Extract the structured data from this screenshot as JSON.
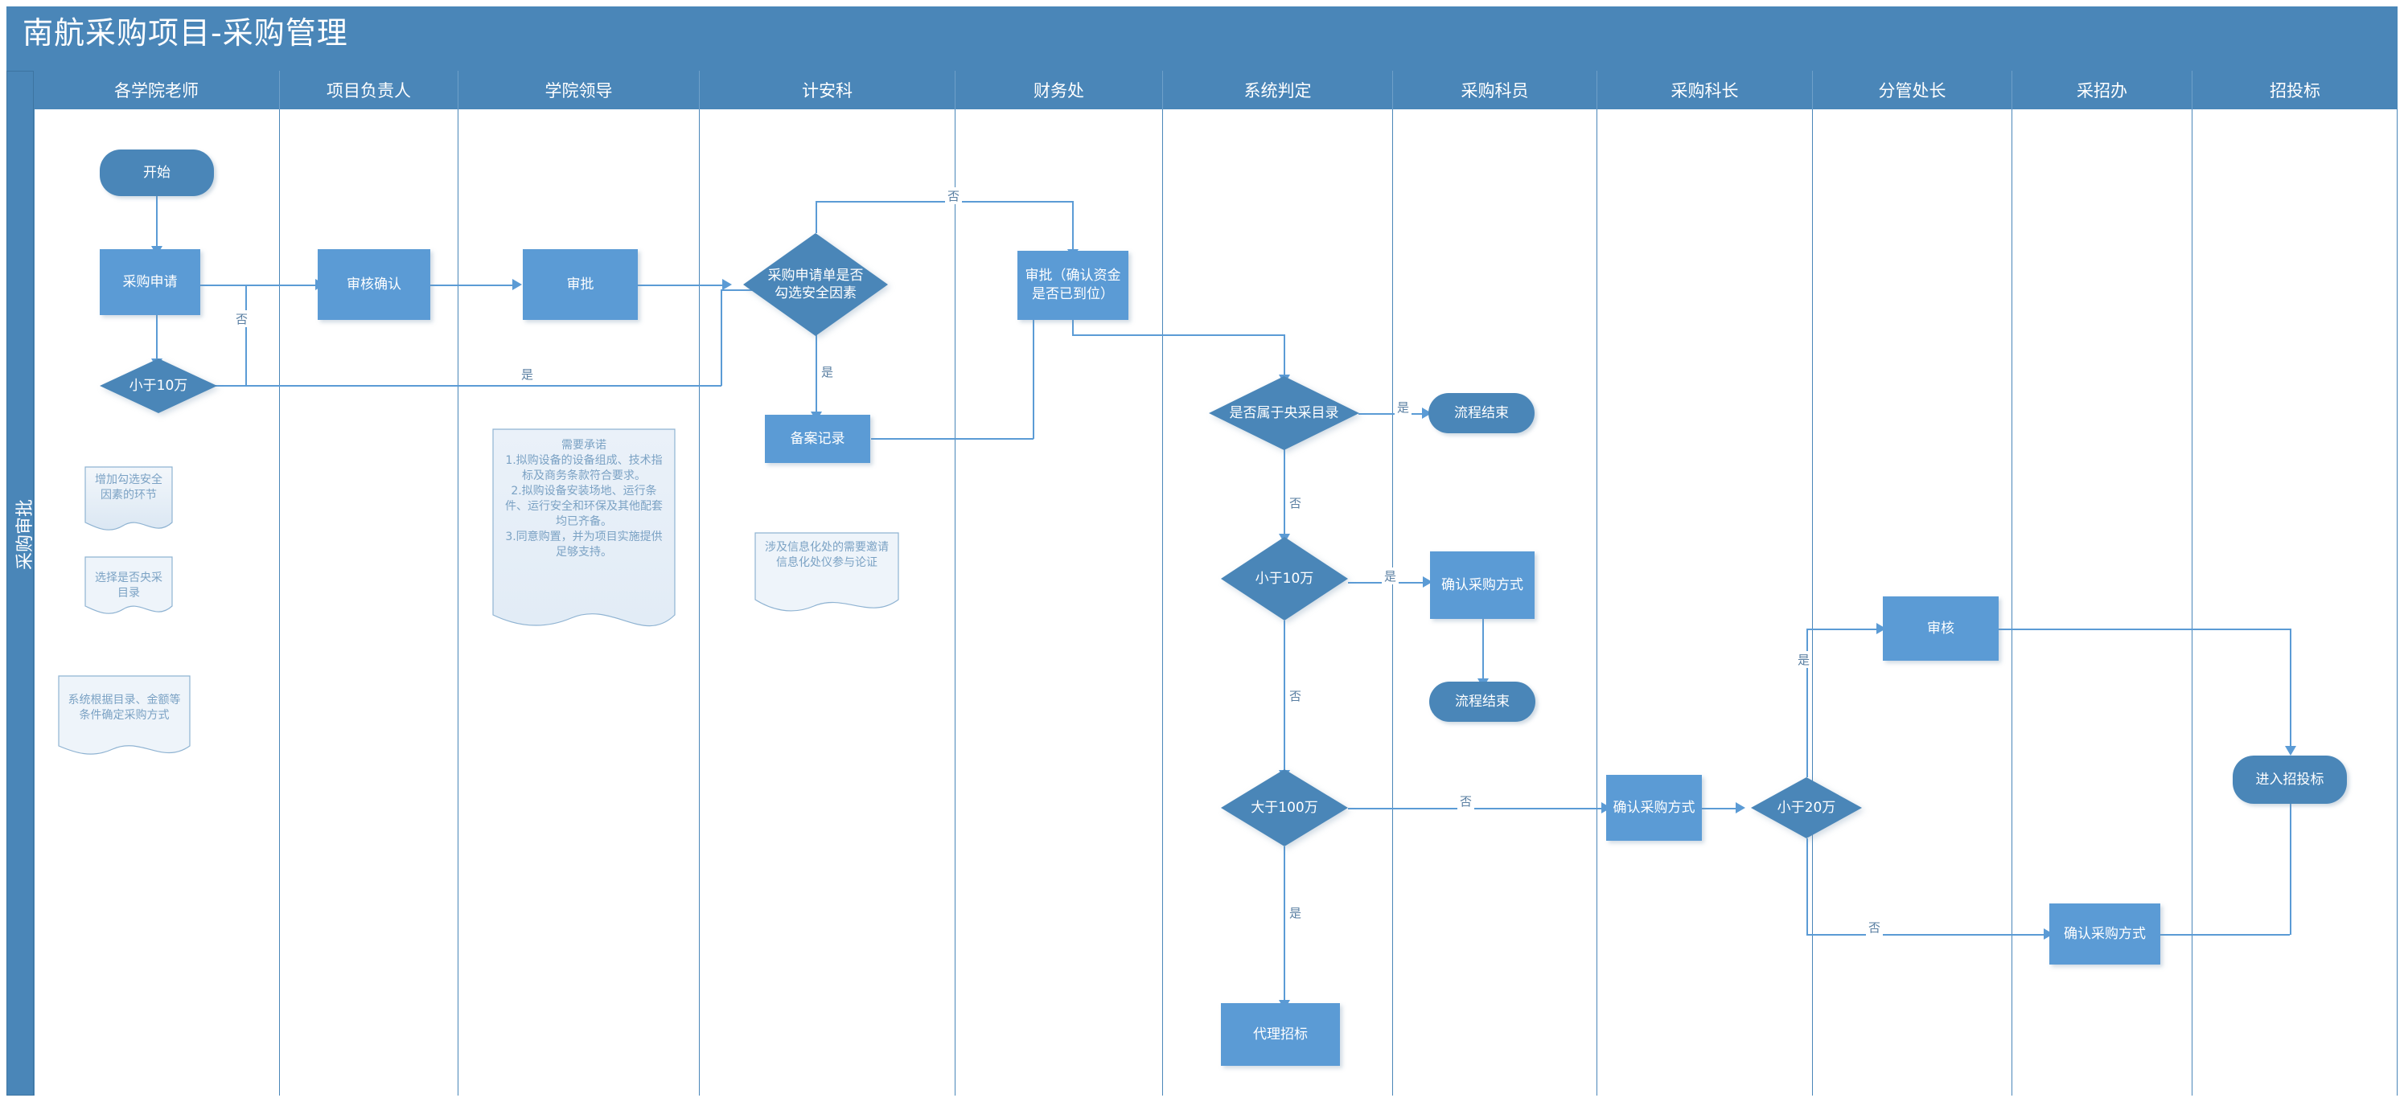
{
  "header": {
    "title": "南航采购项目-采购管理",
    "phase_label": "采购审批",
    "accent_dark": "#4a86b8",
    "accent_light": "#5b9bd5",
    "note_text_color": "#7ba2c4"
  },
  "lanes": [
    {
      "label": "各学院老师"
    },
    {
      "label": "项目负责人"
    },
    {
      "label": "学院领导"
    },
    {
      "label": "计安科"
    },
    {
      "label": "财务处"
    },
    {
      "label": "系统判定"
    },
    {
      "label": "采购科员"
    },
    {
      "label": "采购科长"
    },
    {
      "label": "分管处长"
    },
    {
      "label": "采招办"
    },
    {
      "label": "招投标"
    }
  ],
  "nodes": {
    "start": "开始",
    "purchase_request": "采购申请",
    "less_than_100k_1": "小于10万",
    "review_confirm": "审核确认",
    "approval_college": "审批",
    "safety_factor_decision": "采购申请单是否勾选安全因素",
    "record_filing": "备案记录",
    "finance_approval": "审批（确认资金是否已到位）",
    "central_catalog_decision": "是否属于央采目录",
    "process_end_1": "流程结束",
    "less_than_100k_2": "小于10万",
    "confirm_method_1": "确认采购方式",
    "process_end_2": "流程结束",
    "greater_than_1m": "大于100万",
    "confirm_method_2": "确认采购方式",
    "less_than_200k": "小于20万",
    "audit": "审核",
    "confirm_method_3": "确认采购方式",
    "enter_bidding": "进入招投标",
    "agency_bidding": "代理招标"
  },
  "notes": {
    "note_safety": "增加勾选安全因素的环节",
    "note_catalog": "选择是否央采目录",
    "note_system_rule": "系统根据目录、金额等条件确定采购方式",
    "note_commitment": "需要承诺\n1.拟购设备的设备组成、技术指标及商务条款符合要求。\n2.拟购设备安装场地、运行条件、运行安全和环保及其他配套均已齐备。\n3.同意购置，并为项目实施提供足够支持。",
    "note_informatization": "涉及信息化处的需要邀请信息化处仪参与论证"
  },
  "edge_labels": {
    "no_1": "否",
    "yes_1": "是",
    "no_2": "否",
    "yes_2": "是",
    "yes_3": "是",
    "no_3": "否",
    "yes_4": "是",
    "no_4": "否",
    "yes_5": "是",
    "no_5": "否",
    "yes_6": "是",
    "no_6": "否"
  }
}
